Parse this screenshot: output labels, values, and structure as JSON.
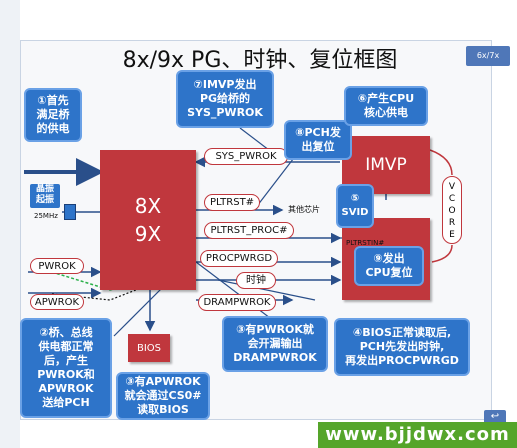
{
  "title": "8x/9x PG、时钟、复位框图",
  "corner_tag": "6x/7x",
  "blocks": {
    "pch": {
      "line1": "8X",
      "line2": "9X"
    },
    "imvp": "IMVP",
    "bios": "BIOS",
    "svid": "SVID",
    "vcore": [
      "V",
      "C",
      "O",
      "R",
      "E"
    ]
  },
  "crystal": {
    "line1": "晶振",
    "line2": "起振",
    "freq": "25MHz"
  },
  "signals": {
    "sys_pwrok": "SYS_PWROK",
    "pltrst": "PLTRST#",
    "pltrst_proc": "PLTRST_PROC#",
    "procpwrgd": "PROCPWRGD",
    "clock": "时钟",
    "drampwrok": "DRAMPWROK",
    "pwrok": "PWROK",
    "apwrok": "APWROK",
    "other_chips": "其他芯片",
    "pltrstin": "PLTRSTIN#"
  },
  "callouts": {
    "c1": [
      "①首先",
      "满足桥",
      "的供电"
    ],
    "c2": [
      "②桥、总线",
      "供电都正常",
      "后，产生",
      "PWROK和",
      "APWROK",
      "送给PCH"
    ],
    "c3": [
      "③有APWROK",
      "就会通过CS0#",
      "读取BIOS"
    ],
    "c3b": [
      "③有PWROK就",
      "会开漏输出",
      "DRAMPWROK"
    ],
    "c4": [
      "④BIOS正常读取后,",
      "PCH先发出时钟,",
      "再发出PROCPWRGD"
    ],
    "c6": [
      "⑥产生CPU",
      "核心供电"
    ],
    "c7": [
      "⑦IMVP发出",
      "PG给桥的",
      "SYS_PWROK"
    ],
    "c8": [
      "⑧PCH发",
      "出复位"
    ],
    "c9": [
      "⑨发出",
      "CPU复位"
    ],
    "c5": "⑤"
  },
  "watermark": "www.bjjdwx.com",
  "colors": {
    "block_red": "#c0373d",
    "callout_blue": "#2e74c9",
    "watermark_green": "#55a52a"
  }
}
